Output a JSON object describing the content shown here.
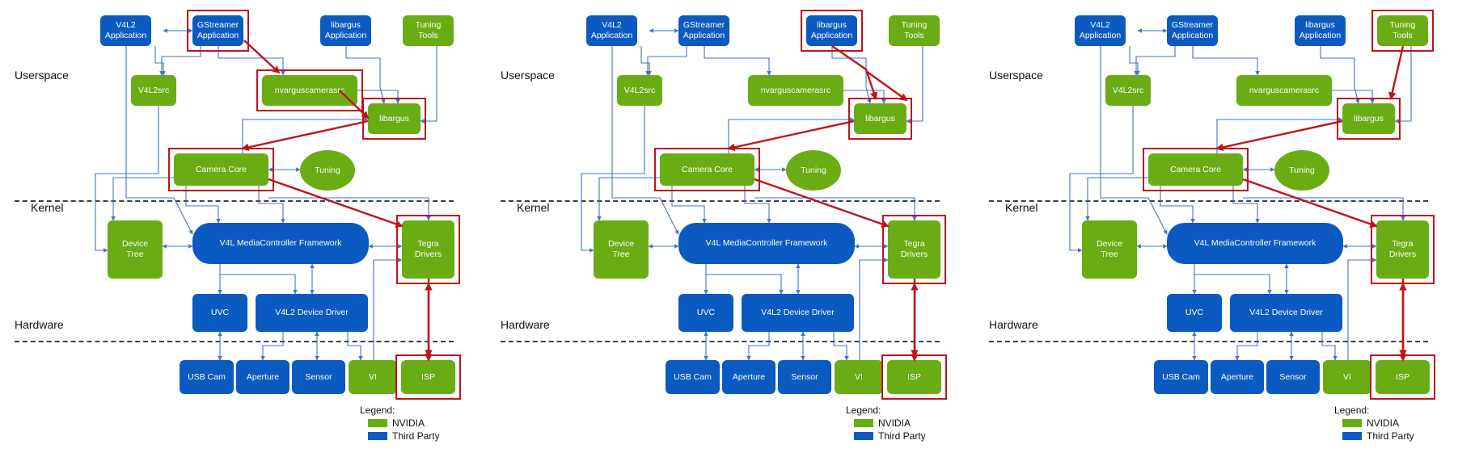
{
  "layers": [
    "Userspace",
    "Kernel",
    "Hardware"
  ],
  "legend": {
    "title": "Legend:",
    "items": [
      {
        "label": "NVIDIA",
        "color": "#6aac14"
      },
      {
        "label": "Third Party",
        "color": "#0a5ac2"
      }
    ]
  },
  "colors": {
    "nvidia": "#6aac14",
    "third_party": "#0a5ac2",
    "highlight": "#c0131a",
    "connector": "#4472c4"
  },
  "blocks": {
    "v4l2_app": "V4L2\nApplication",
    "gstreamer_app": "GStreamer\nApplication",
    "libargus_app": "libargus\nApplication",
    "tuning_tools": "Tuning\nTools",
    "v4l2src": "V4L2src",
    "nvarguscamerasrc": "nvarguscamerasrc",
    "libargus": "libargus",
    "camera_core": "Camera Core",
    "tuning": "Tuning",
    "device_tree": "Device\nTree",
    "v4l_mc_framework": "V4L MediaController Framework",
    "tegra_drivers": "Tegra\nDrivers",
    "uvc": "UVC",
    "v4l2_device_driver": "V4L2 Device Driver",
    "usb_cam": "USB Cam",
    "aperture": "Aperture",
    "sensor": "Sensor",
    "vi": "VI",
    "isp": "ISP"
  },
  "panels": [
    {
      "name": "panel-gstreamer",
      "highlighted": [
        "gstreamer_app",
        "nvarguscamerasrc",
        "libargus",
        "camera_core",
        "tegra_drivers",
        "isp"
      ]
    },
    {
      "name": "panel-libargus-app",
      "highlighted": [
        "libargus_app",
        "libargus",
        "camera_core",
        "tegra_drivers",
        "isp"
      ]
    },
    {
      "name": "panel-tuning-tools",
      "highlighted": [
        "tuning_tools",
        "libargus",
        "camera_core",
        "tegra_drivers",
        "isp"
      ]
    }
  ]
}
